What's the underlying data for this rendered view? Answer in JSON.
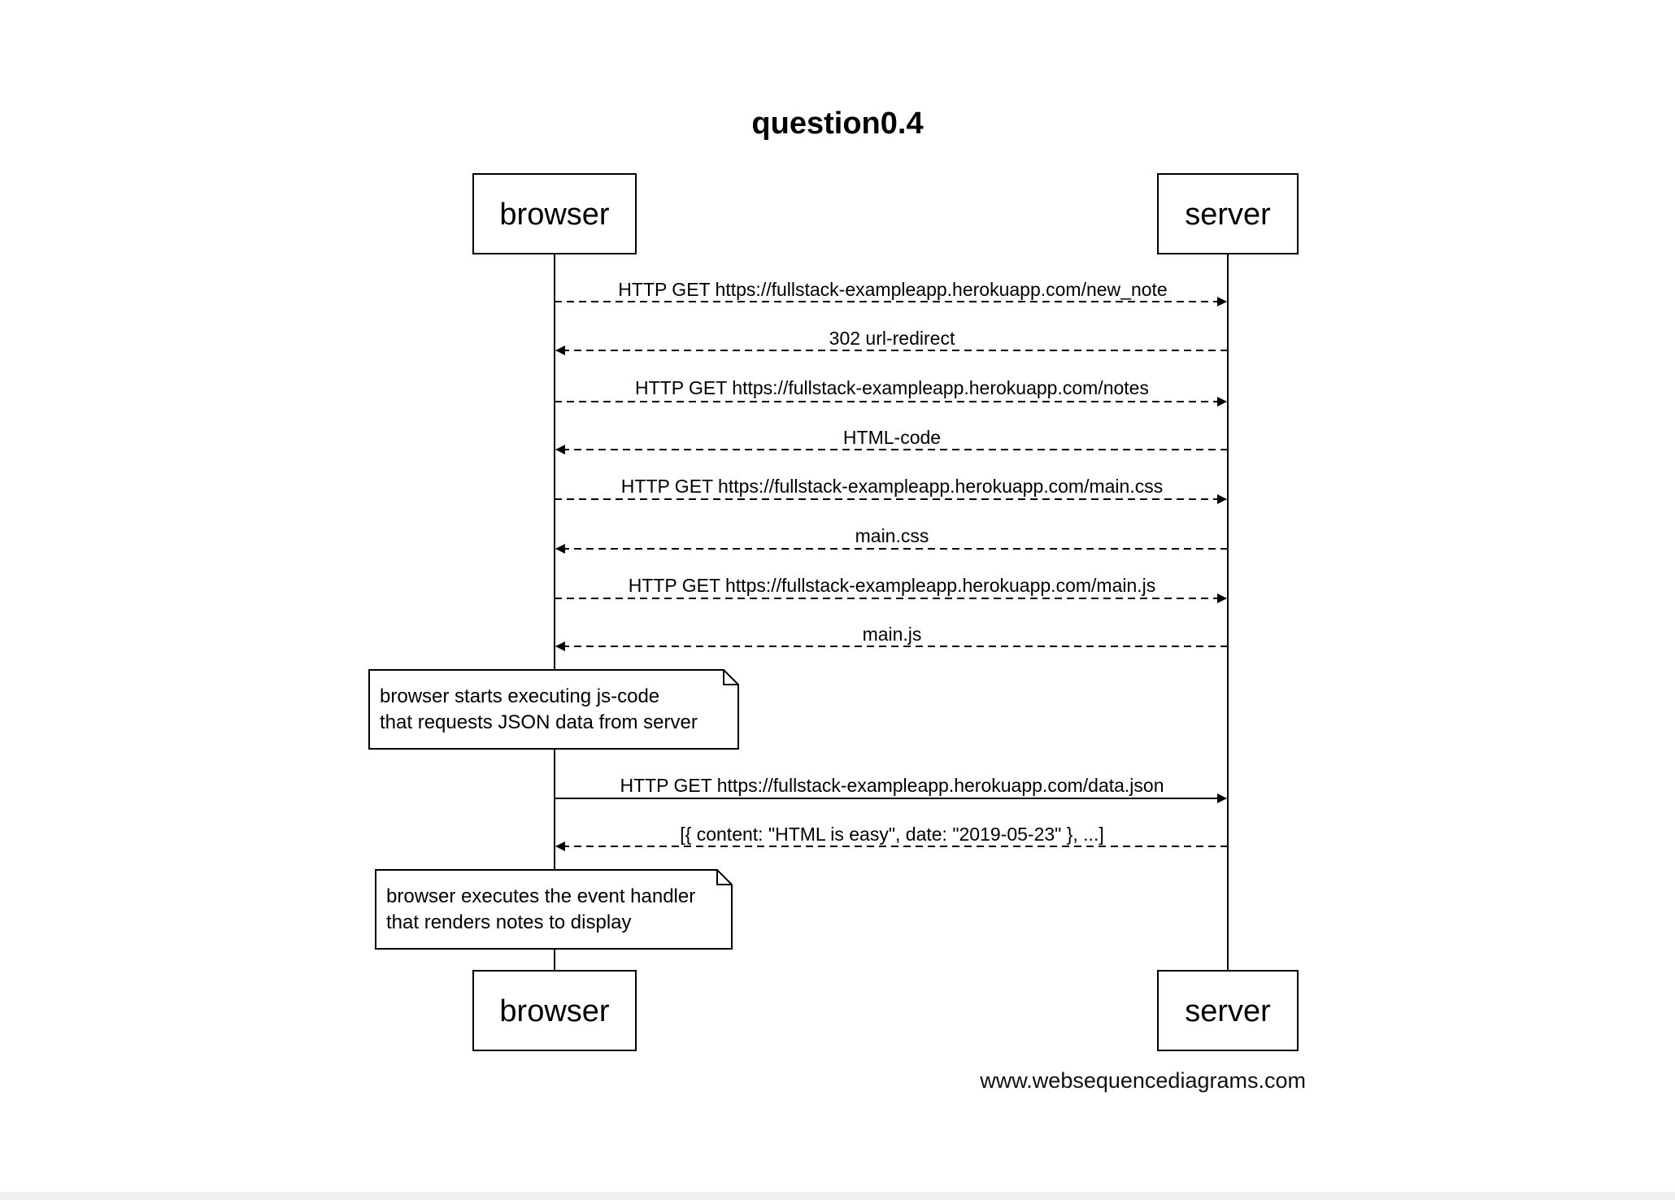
{
  "diagram": {
    "title": "question0.4",
    "watermark": "www.websequencediagrams.com",
    "colors": {
      "stroke": "#000000",
      "note_fill": "#ffffff",
      "background": "#ffffff"
    },
    "participants": [
      {
        "id": "browser",
        "label": "browser"
      },
      {
        "id": "server",
        "label": "server"
      }
    ],
    "messages": [
      {
        "from": "browser",
        "to": "server",
        "label": "HTTP GET https://fullstack-exampleapp.herokuapp.com/new_note",
        "style": "dashed"
      },
      {
        "from": "server",
        "to": "browser",
        "label": "302 url-redirect",
        "style": "dashed"
      },
      {
        "from": "browser",
        "to": "server",
        "label": "HTTP GET https://fullstack-exampleapp.herokuapp.com/notes",
        "style": "dashed"
      },
      {
        "from": "server",
        "to": "browser",
        "label": "HTML-code",
        "style": "dashed"
      },
      {
        "from": "browser",
        "to": "server",
        "label": "HTTP GET https://fullstack-exampleapp.herokuapp.com/main.css",
        "style": "dashed"
      },
      {
        "from": "server",
        "to": "browser",
        "label": "main.css",
        "style": "dashed"
      },
      {
        "from": "browser",
        "to": "server",
        "label": "HTTP GET https://fullstack-exampleapp.herokuapp.com/main.js",
        "style": "dashed"
      },
      {
        "from": "server",
        "to": "browser",
        "label": "main.js",
        "style": "dashed"
      },
      {
        "from": "browser",
        "to": "server",
        "label": "HTTP GET https://fullstack-exampleapp.herokuapp.com/data.json",
        "style": "solid"
      },
      {
        "from": "server",
        "to": "browser",
        "label": "[{ content: \"HTML is easy\", date: \"2019-05-23\" }, ...]",
        "style": "dashed"
      }
    ],
    "notes": [
      {
        "over": "browser",
        "lines": [
          "browser starts executing js-code",
          "that requests JSON data from server"
        ]
      },
      {
        "over": "browser",
        "lines": [
          "browser executes the event handler",
          "that renders notes to display"
        ]
      }
    ]
  }
}
